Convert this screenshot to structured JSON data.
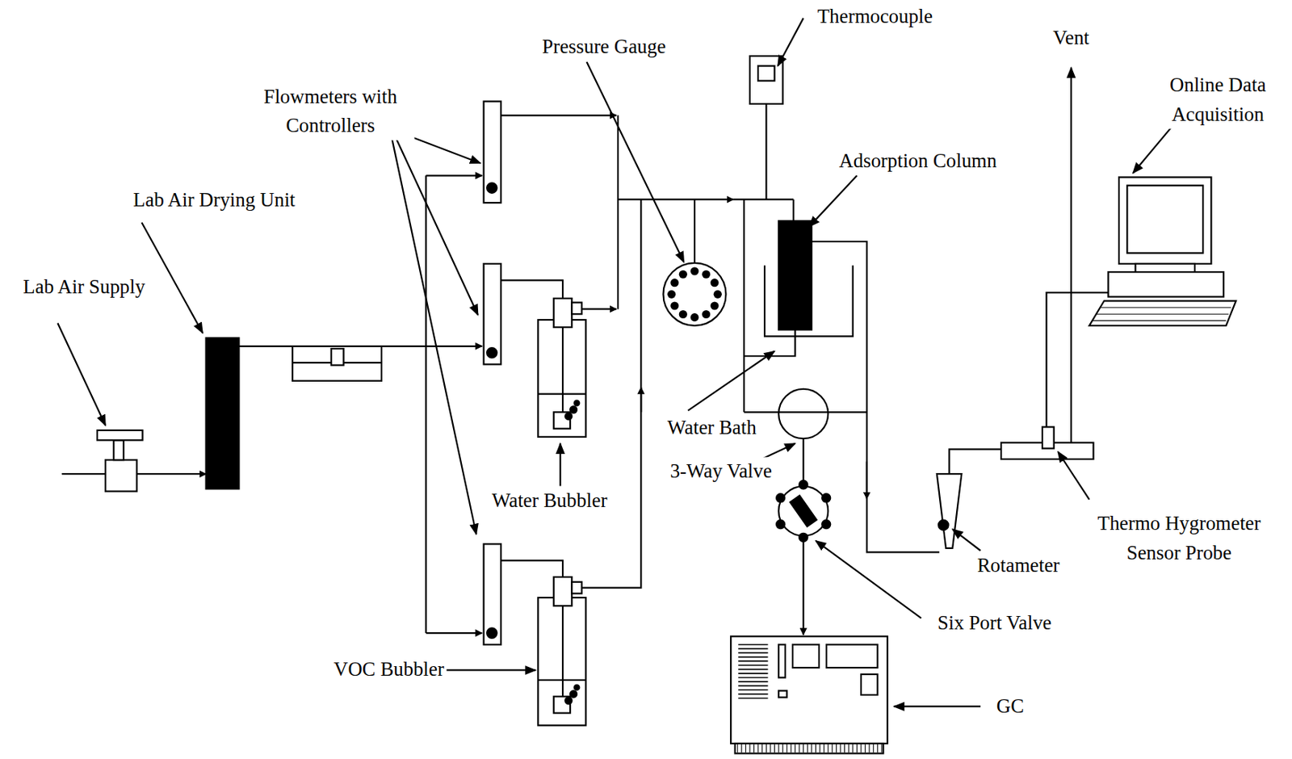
{
  "diagram": {
    "labels": [
      "Thermocouple",
      "Vent",
      "Pressure Gauge",
      "Online Data Acquisition",
      "Flowmeters with Controllers",
      "Adsorption Column",
      "Lab Air Drying Unit",
      "Lab Air Supply",
      "Water Bath",
      "3-Way Valve",
      "Water Bubbler",
      "Thermo Hygrometer Sensor Probe",
      "Rotameter",
      "Six Port Valve",
      "VOC Bubbler",
      "GC"
    ]
  }
}
